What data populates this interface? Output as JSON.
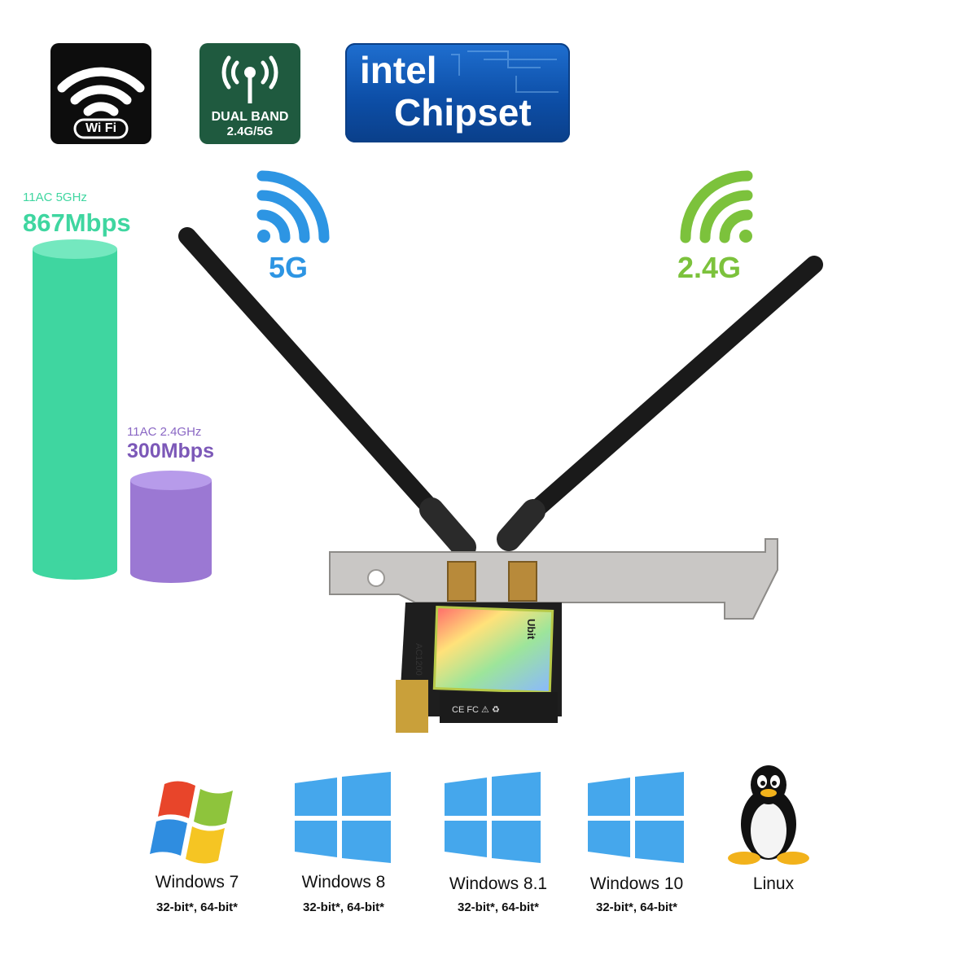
{
  "badges": {
    "wifi_text": "Wi Fi",
    "dual_band_line1": "DUAL BAND",
    "dual_band_line2": "2.4G/5G",
    "intel_word": "intel",
    "chipset_word": "Chipset"
  },
  "bands": {
    "band_5g": "5G",
    "band_24g": "2.4G"
  },
  "speeds": {
    "fast_label": "11AC 5GHz",
    "fast_value": "867Mbps",
    "slow_label": "11AC 2.4GHz",
    "slow_value": "300Mbps"
  },
  "card": {
    "label_model": "AC1200",
    "label_brand": "Ubit"
  },
  "os": [
    {
      "name": "Windows 7",
      "bits": "32-bit*, 64-bit*"
    },
    {
      "name": "Windows 8",
      "bits": "32-bit*, 64-bit*"
    },
    {
      "name": "Windows 8.1",
      "bits": "32-bit*, 64-bit*"
    },
    {
      "name": "Windows 10",
      "bits": "32-bit*, 64-bit*"
    },
    {
      "name": "Linux",
      "bits": ""
    }
  ],
  "colors": {
    "green_accent": "#3fd6a0",
    "purple_accent": "#8a67c4",
    "blue_accent": "#2d95e3",
    "lime_accent": "#7cc23c",
    "win_blue": "#45a7ec"
  },
  "icons": [
    "wifi-icon",
    "antenna-signal-icon",
    "intel-logo",
    "windows-xp-logo",
    "windows-logo",
    "linux-tux-icon"
  ]
}
